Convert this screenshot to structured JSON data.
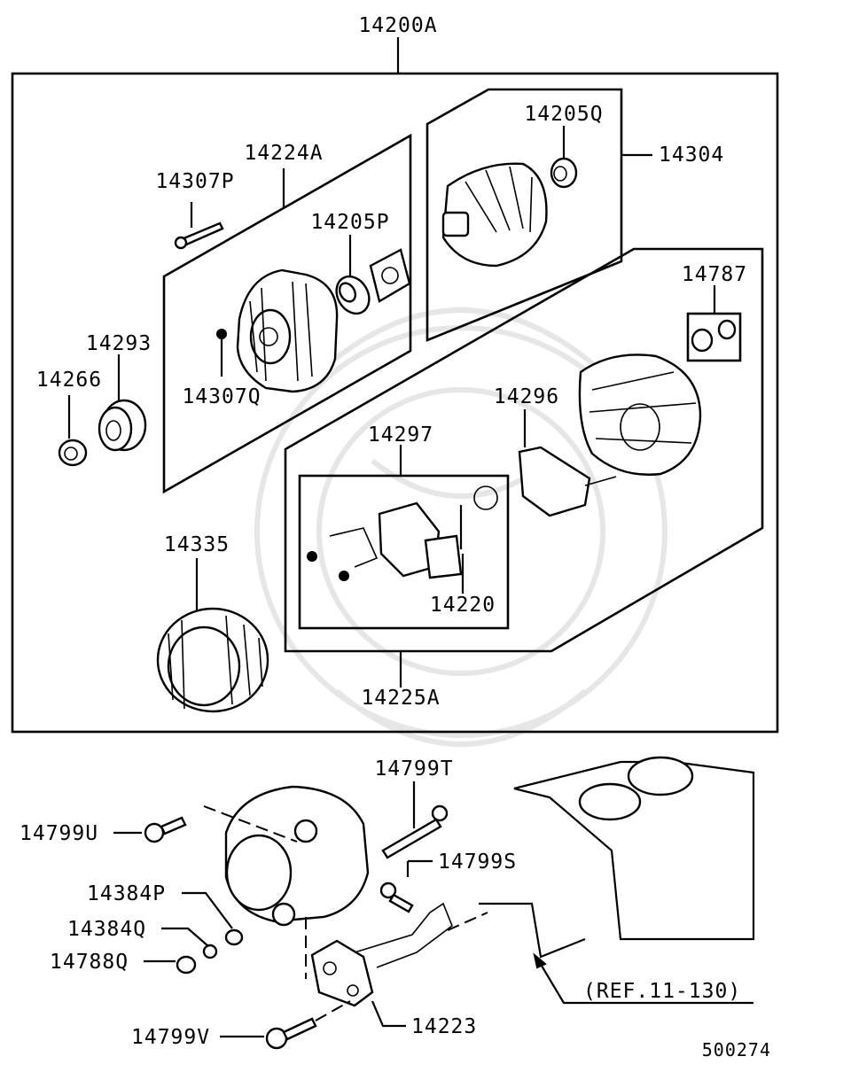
{
  "labels": {
    "assembly": "14200A",
    "rotor_group": "14304",
    "bearing_rear": "14205Q",
    "front_bracket_group": "14224A",
    "bearing_front": "14205P",
    "bolt_long": "14307P",
    "screw_small": "14307Q",
    "pulley": "14293",
    "nut": "14266",
    "rectifier_group": "14225A",
    "cover_kit": "14787",
    "rear_bracket": "14296",
    "regulator_kit": "14297",
    "brush": "14220",
    "stator": "14335",
    "bolt_t": "14799T",
    "bolt_u": "14799U",
    "bolt_s": "14799S",
    "washer_p": "14384P",
    "washer_q": "14384Q",
    "nut_q": "14788Q",
    "bracket": "14223",
    "bolt_v": "14799V",
    "reference": "(REF.11-130)",
    "diagram_no": "500274"
  }
}
